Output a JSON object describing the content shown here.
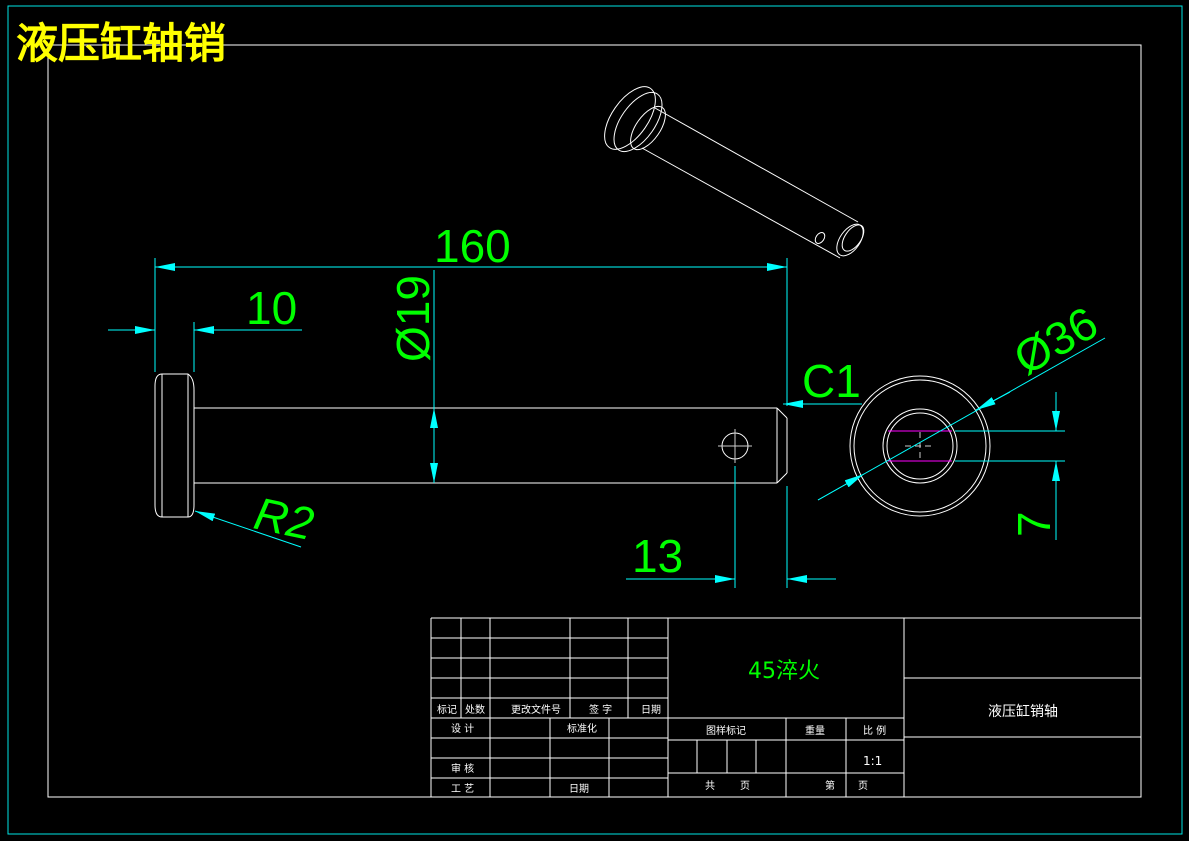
{
  "title": "液压缸轴销",
  "dimensions": {
    "length": "160",
    "head": "10",
    "diameter": "Ø19",
    "chamfer": "C1",
    "radius": "R2",
    "hole_offset": "13",
    "outer_diameter": "Ø36",
    "width": "7"
  },
  "title_block": {
    "material": "45淬火",
    "part_name": "液压缸销轴",
    "scale": "1:1",
    "labels": {
      "mark": "标记",
      "count": "处数",
      "doc_no": "更改文件号",
      "sign": "签 字",
      "date": "日期",
      "design": "设 计",
      "standard": "标准化",
      "review": "审 核",
      "process": "工 艺",
      "date2": "日期",
      "drawing_mark": "图样标记",
      "weight": "重量",
      "ratio": "比 例",
      "total": "共",
      "page": "页",
      "sheet": "第",
      "page2": "页"
    }
  },
  "colors": {
    "background": "#000000",
    "frame": "#00e5e5",
    "geometry": "#ffffff",
    "dimension_text": "#00ff00",
    "arrows": "#00ffff",
    "title": "#ffff00",
    "hidden": "#ff00ff"
  }
}
